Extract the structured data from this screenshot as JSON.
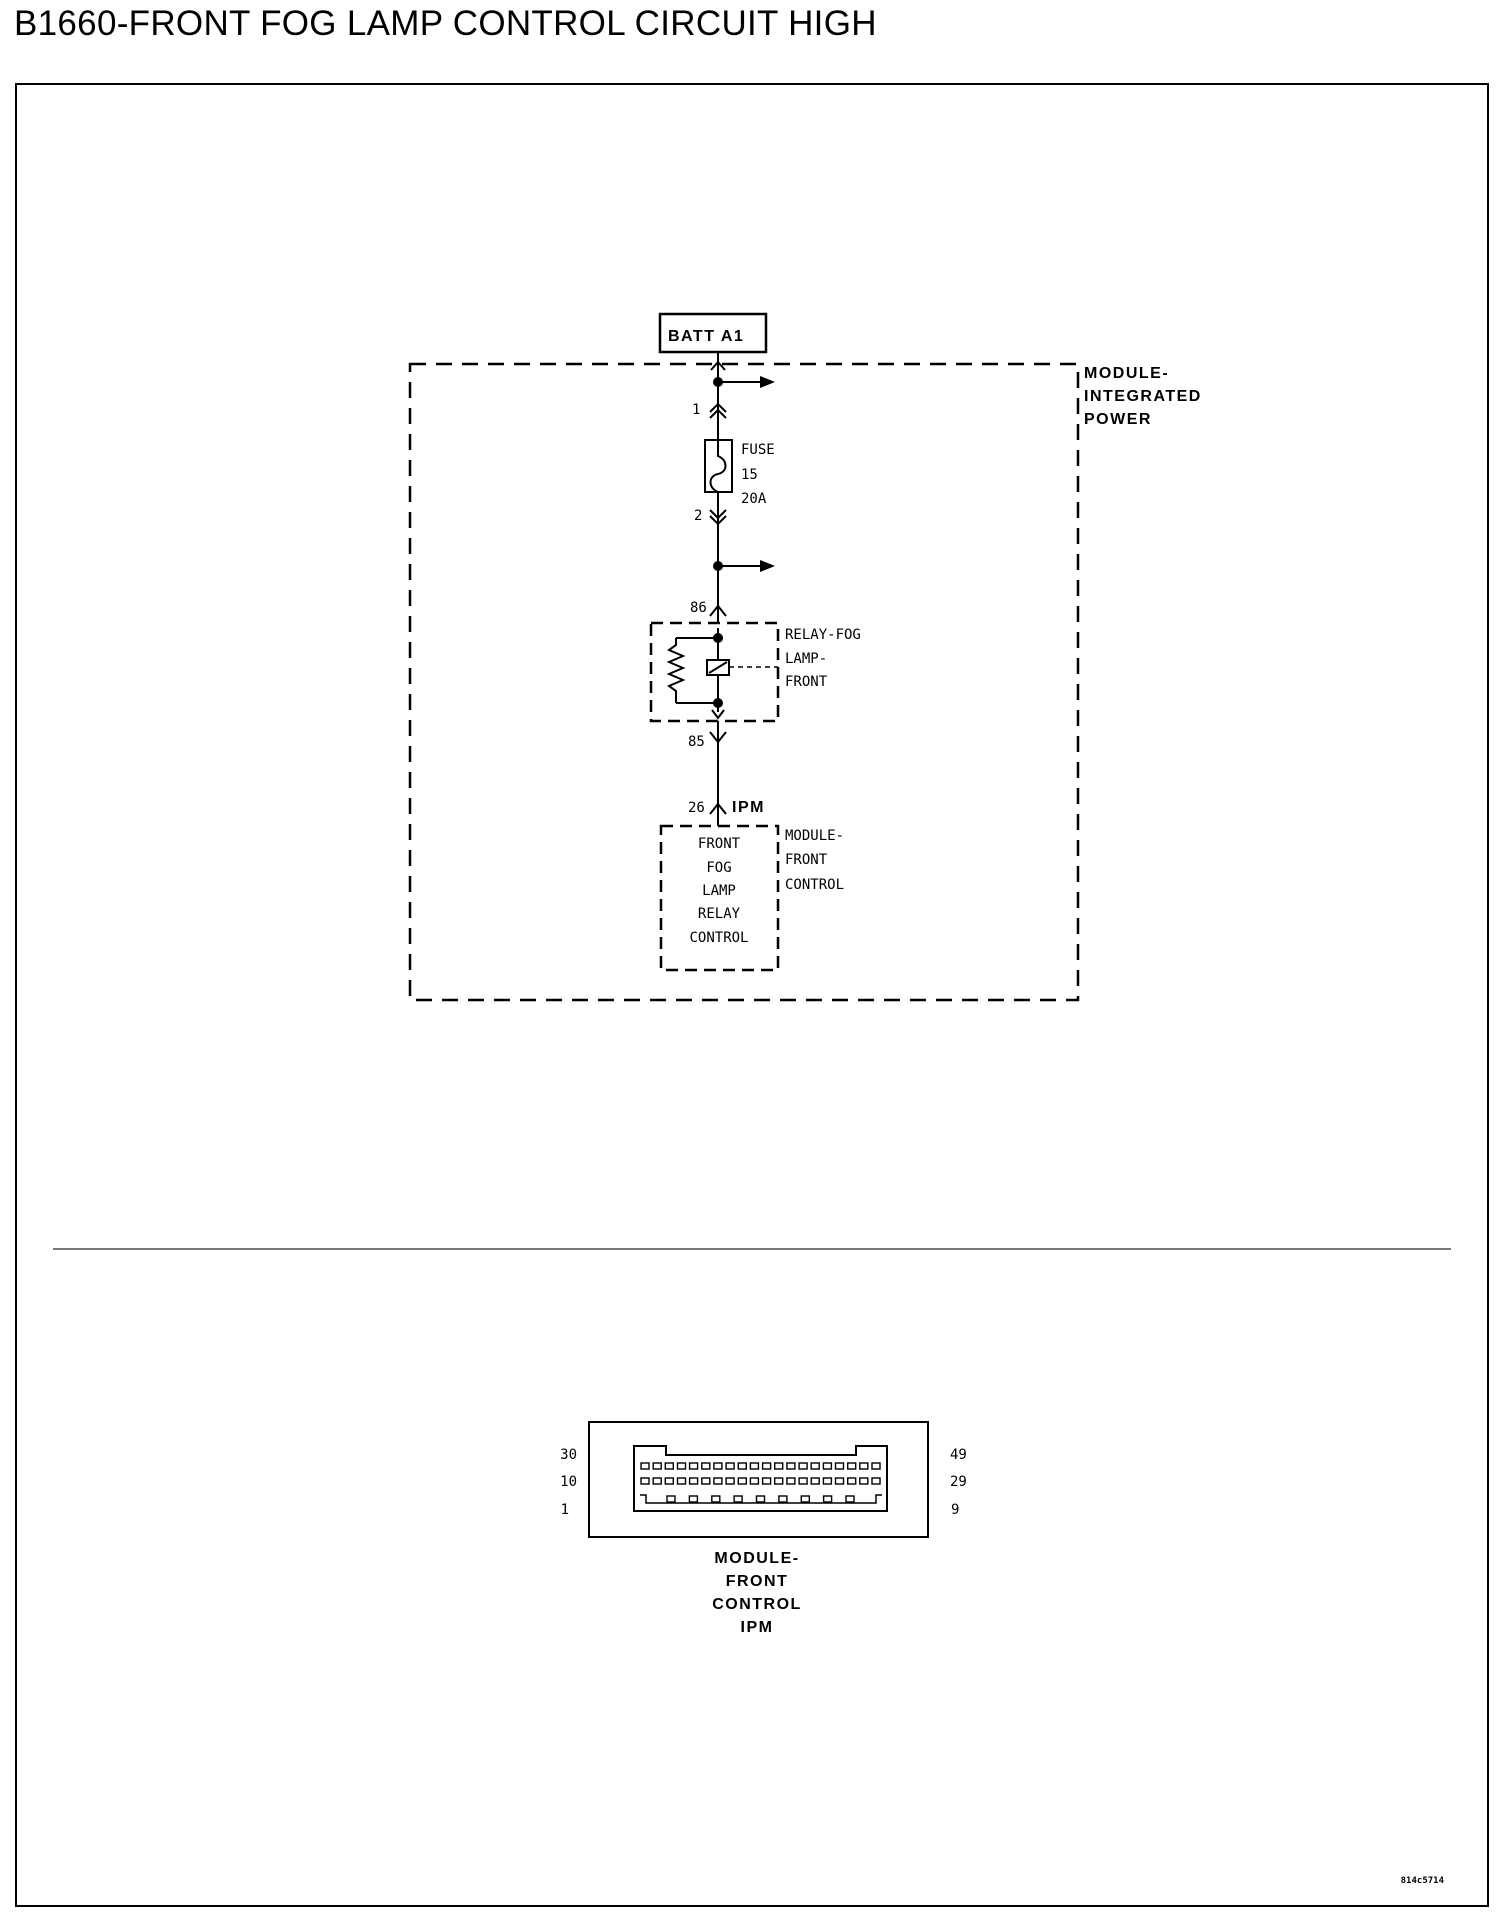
{
  "title": "B1660-FRONT FOG LAMP CONTROL CIRCUIT HIGH",
  "schematic": {
    "batt_label": "BATT A1",
    "ipm_module": [
      "MODULE-",
      "INTEGRATED",
      "POWER"
    ],
    "pin_1": "1",
    "fuse": [
      "FUSE",
      "15",
      "20A"
    ],
    "pin_2": "2",
    "pin_86": "86",
    "relay": [
      "RELAY-FOG",
      "LAMP-",
      "FRONT"
    ],
    "pin_85": "85",
    "pin_26": "26",
    "ipm_tag": "IPM",
    "fcm_function": [
      "FRONT",
      "FOG",
      "LAMP",
      "RELAY",
      "CONTROL"
    ],
    "fcm_module": [
      "MODULE-",
      "FRONT",
      "CONTROL"
    ]
  },
  "connector": {
    "left_pins": [
      "30",
      "10",
      "1"
    ],
    "right_pins": [
      "49",
      "29",
      "9"
    ],
    "caption": [
      "MODULE-",
      "FRONT",
      "CONTROL",
      "IPM"
    ],
    "row1_count": 20,
    "row2_count": 20,
    "row3_count": 9
  },
  "drawing_code": "814c5714"
}
